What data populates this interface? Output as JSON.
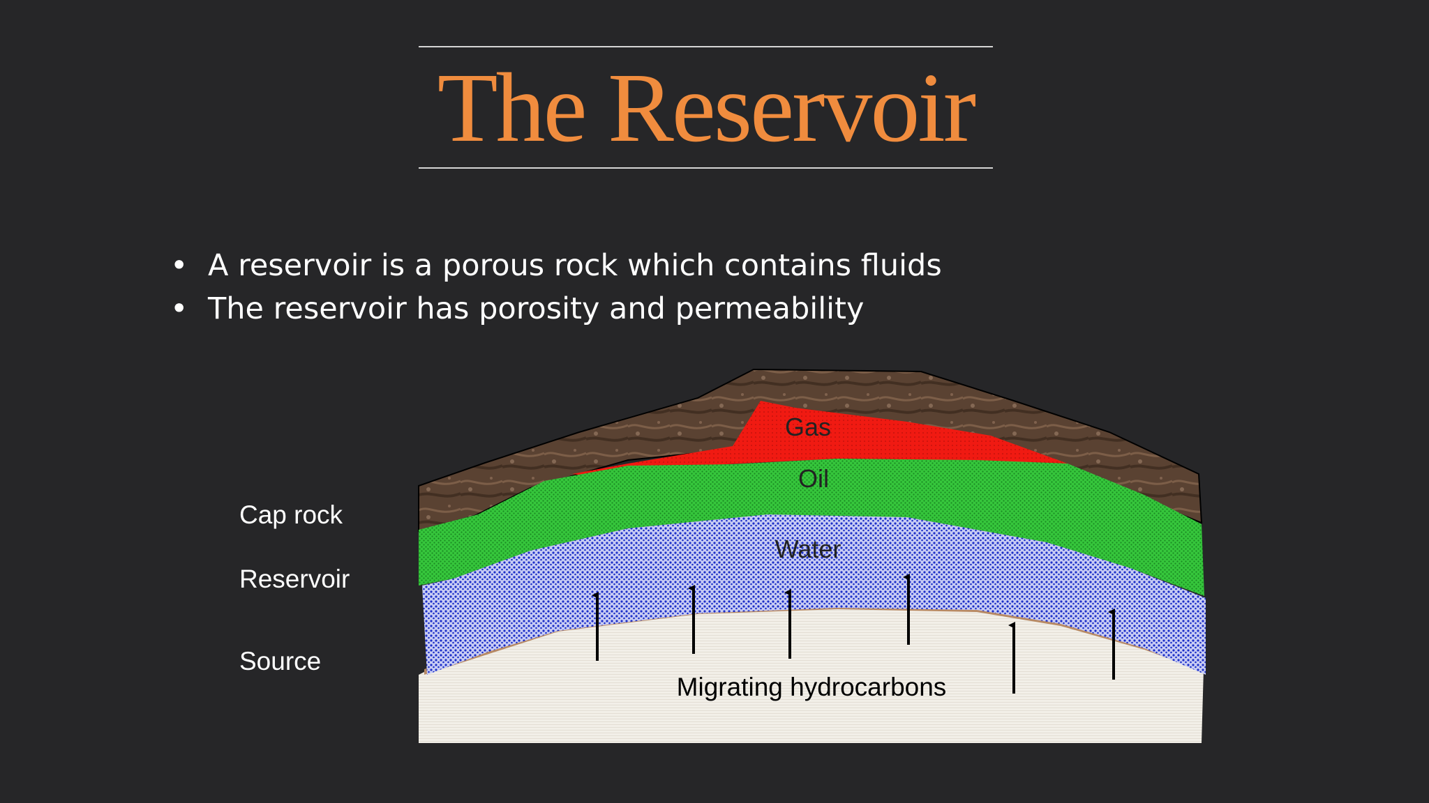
{
  "slide": {
    "title": "The Reservoir",
    "bullets": [
      {
        "marker": "•",
        "text": "A reservoir is a porous rock which contains fluids"
      },
      {
        "marker": "•",
        "text": "The reservoir has porosity and permeability"
      }
    ],
    "side_labels": {
      "cap_rock": "Cap rock",
      "reservoir": "Reservoir",
      "source": "Source"
    }
  },
  "diagram": {
    "layers": {
      "gas": "Gas",
      "oil": "Oil",
      "water": "Water"
    },
    "migration_label": "Migrating hydrocarbons",
    "colors": {
      "background": "#262628",
      "title": "#f08c3e",
      "cap_rock": "#5a4232",
      "gas": "#f01a12",
      "oil": "#2fbf36",
      "water": "#4f5fd8",
      "source": "#f2efe8"
    }
  }
}
